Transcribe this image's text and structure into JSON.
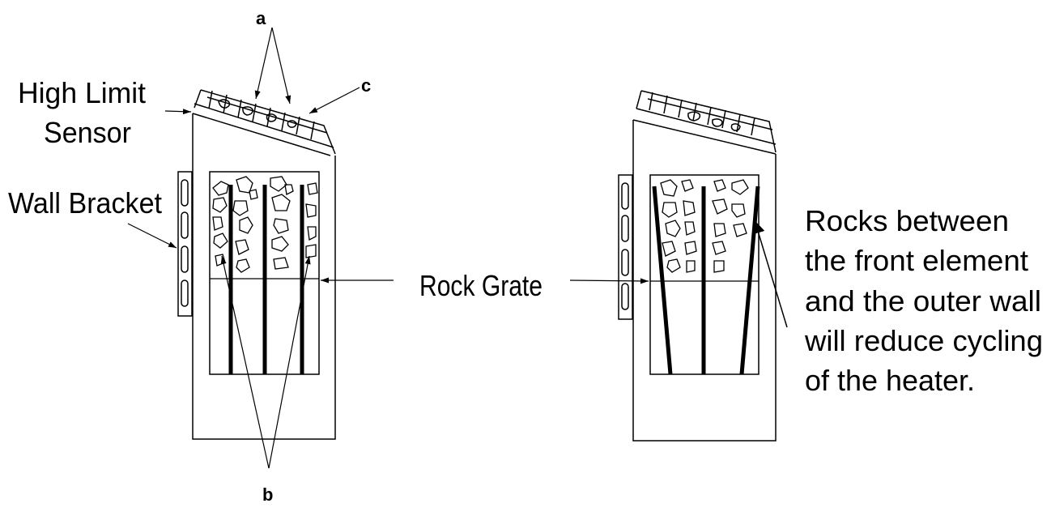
{
  "labels": {
    "a": "a",
    "b": "b",
    "c": "c",
    "high_limit_line1": "High Limit",
    "high_limit_line2": "Sensor",
    "wall_bracket": "Wall Bracket",
    "rock_grate": "Rock Grate",
    "note_lines": [
      "Rocks between",
      "the front element",
      "and the outer wall",
      "will reduce cycling",
      "of the heater."
    ]
  },
  "colors": {
    "ink": "#000000",
    "paper": "#ffffff"
  }
}
